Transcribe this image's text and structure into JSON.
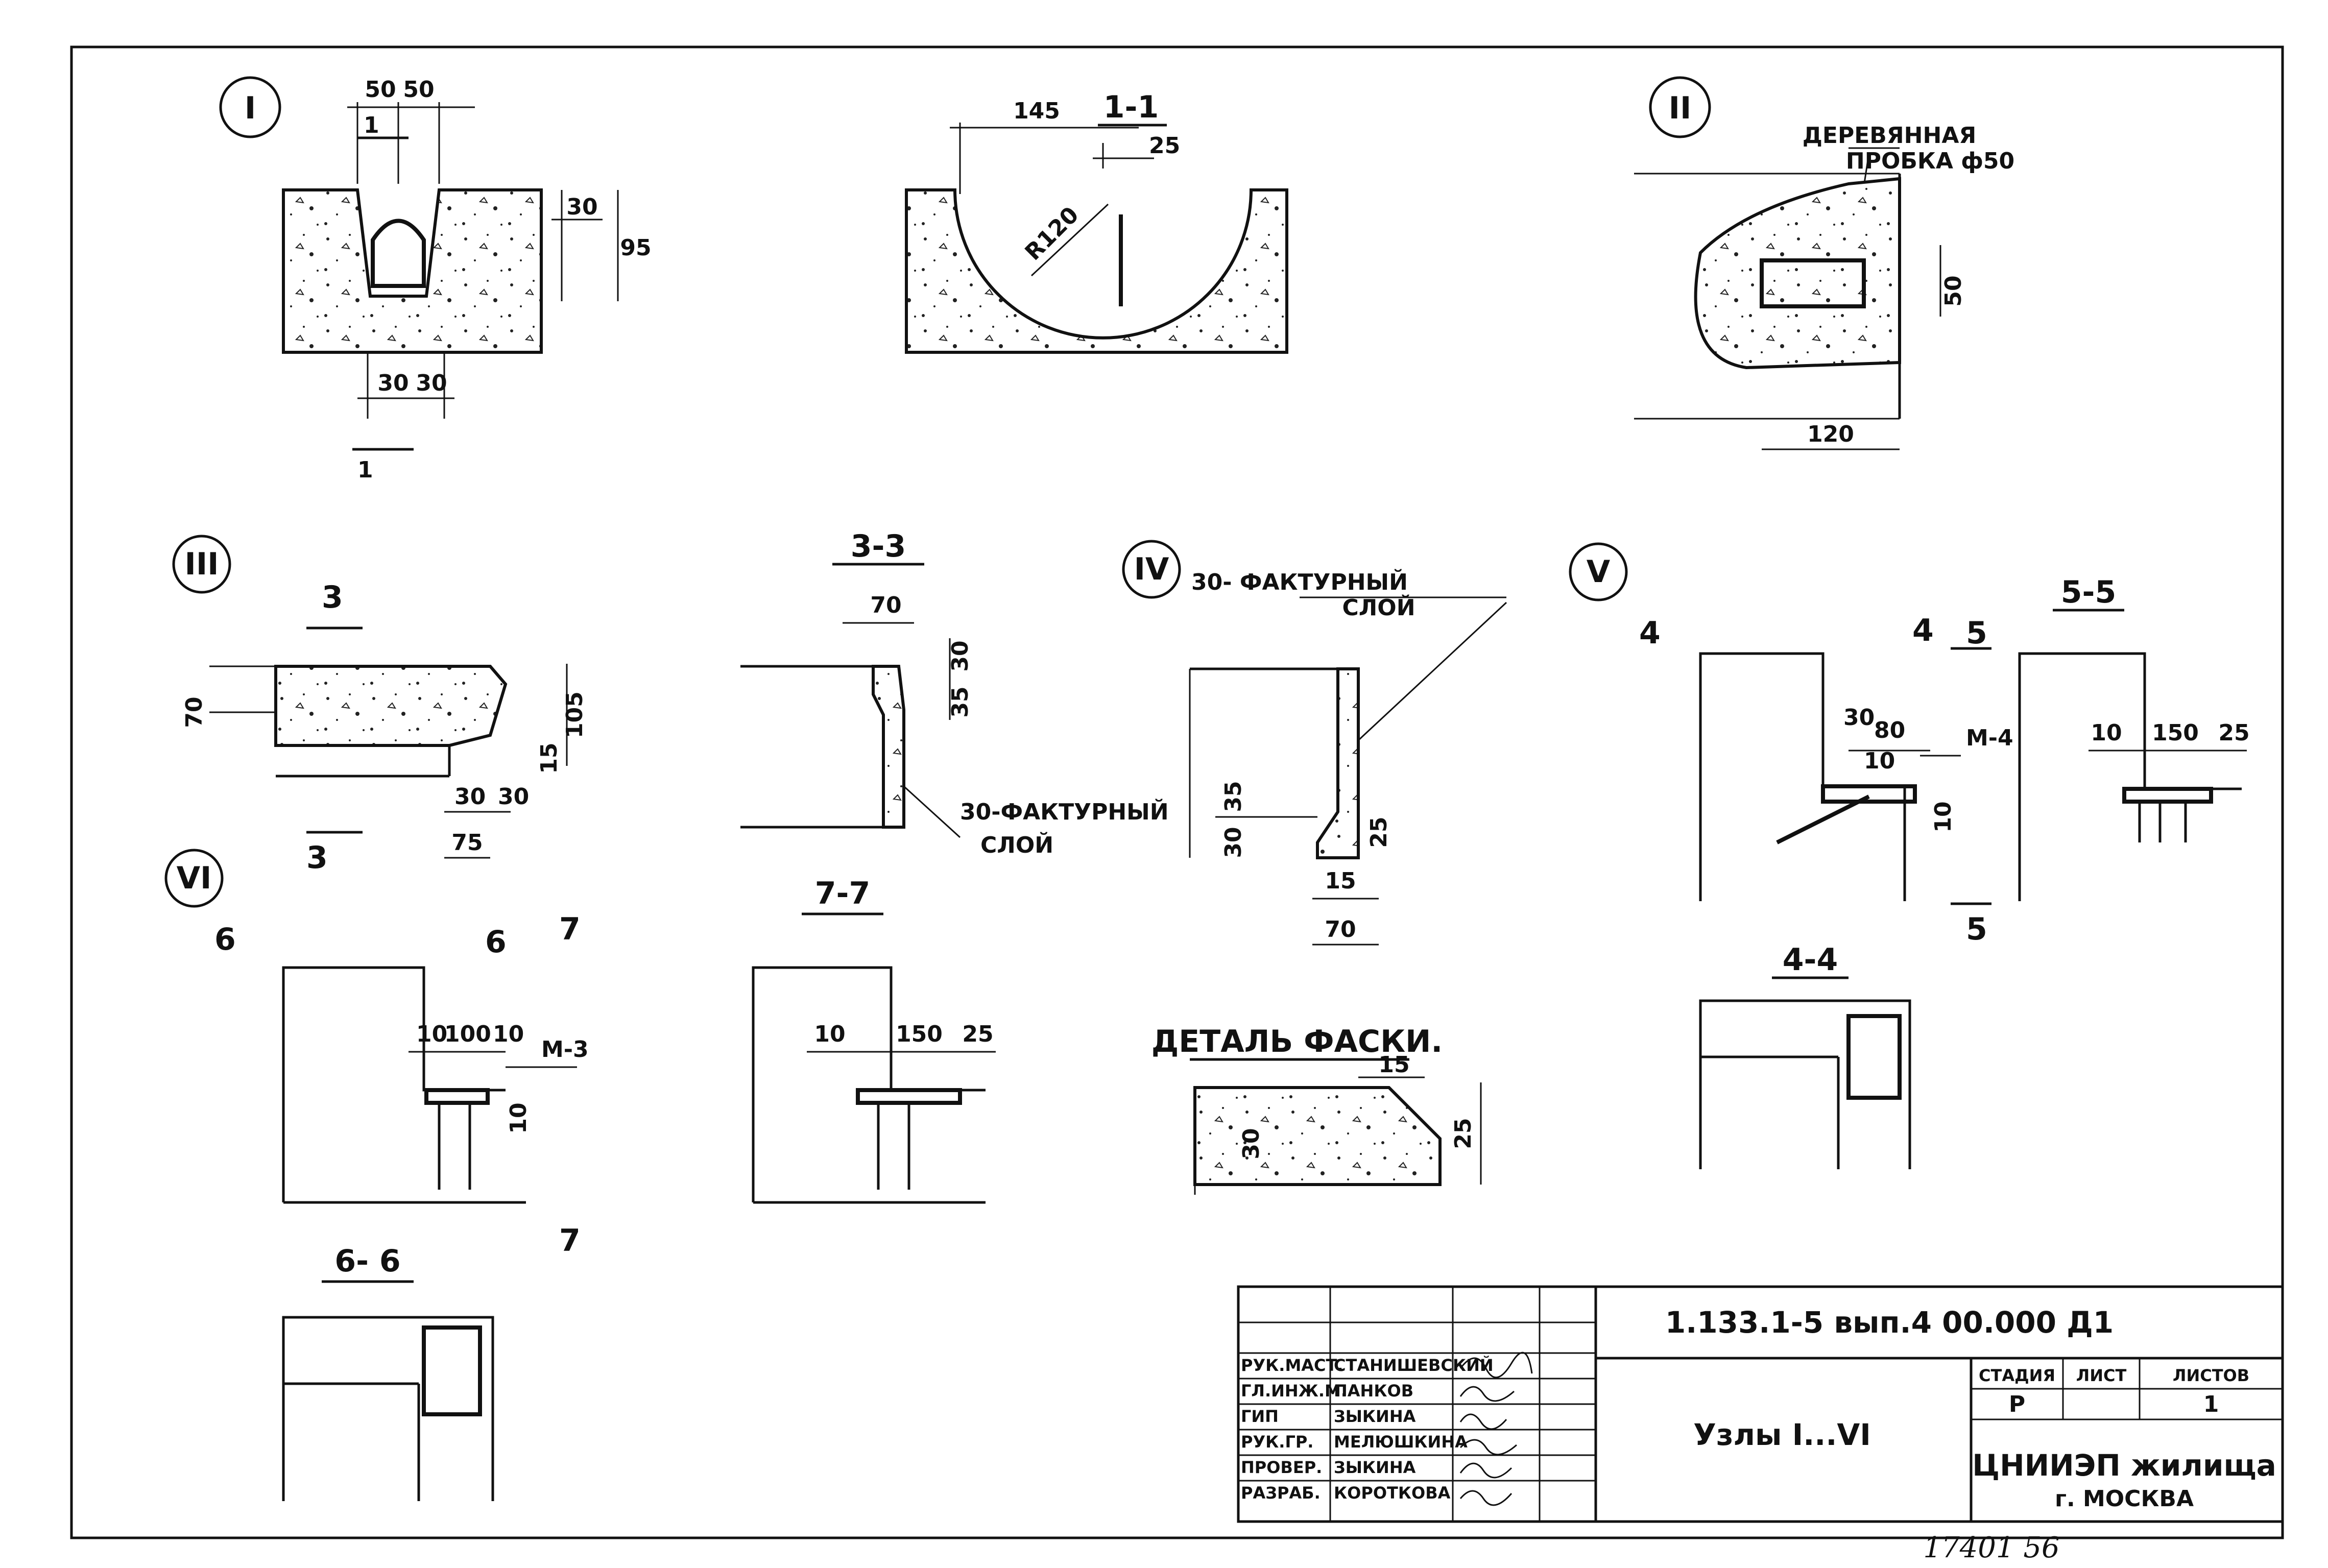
{
  "nodes": {
    "n1": {
      "roman": "I",
      "d1": "50",
      "d2": "50",
      "cut": "1",
      "d30a": "30",
      "d95": "95",
      "d30b": "30",
      "d30c": "30"
    },
    "s11": {
      "title": "1-1",
      "d145": "145",
      "d25": "25",
      "radius": "R120"
    },
    "n2": {
      "roman": "II",
      "note1": "ДЕРЕВЯННАЯ",
      "note2": "ПРОБКА ф50",
      "d50": "50",
      "d120": "120"
    },
    "n3": {
      "roman": "III",
      "cut": "3",
      "d70": "70",
      "d105": "105",
      "d15": "15",
      "d30a": "30",
      "d30b": "30",
      "d75": "75"
    },
    "s33": {
      "title": "3-3",
      "d70": "70",
      "d30": "30",
      "d35": "35",
      "note1": "30-ФАКТУРНЫЙ",
      "note2": "СЛОЙ"
    },
    "n4": {
      "roman": "IV",
      "note1": "30- ФАКТУРНЫЙ",
      "note2": "СЛОЙ",
      "d35": "35",
      "d30": "30",
      "d25": "25",
      "d15": "15",
      "d70": "70"
    },
    "n5": {
      "roman": "V",
      "cut4": "4",
      "cut5": "5",
      "d30": "30",
      "d80": "80",
      "d10a": "10",
      "d10b": "10",
      "m": "М-4"
    },
    "s55": {
      "title": "5-5",
      "d10": "10",
      "d150": "150",
      "d25": "25"
    },
    "s44": {
      "title": "4-4"
    },
    "n6": {
      "roman": "VI",
      "cut6": "6",
      "cut7": "7",
      "d10a": "10",
      "d100": "100",
      "d10b": "10",
      "d10c": "10",
      "m": "М-3"
    },
    "s77": {
      "title": "7-7",
      "d10": "10",
      "d150": "150",
      "d25": "25"
    },
    "chamfer": {
      "title": "ДЕТАЛЬ ФАСКИ.",
      "d15": "15",
      "d30": "30",
      "d25": "25"
    },
    "s66": {
      "title": "6- 6"
    }
  },
  "title_block": {
    "code": "1.133.1-5 вып.4 00.000 Д1",
    "roles": [
      "РУК.МАСТ.",
      "ГЛ.ИНЖ.М.",
      "ГИП",
      "РУК.ГР.",
      "ПРОВЕР.",
      "РАЗРАБ."
    ],
    "names": [
      "СТАНИШЕВСКИЙ",
      "ПАНКОВ",
      "ЗЫКИНА",
      "МЕЛЮШКИНА",
      "ЗЫКИНА",
      "КОРОТКОВА"
    ],
    "sheet_title": "Узлы I...VI",
    "stage_header": "СТАДИЯ",
    "sheet_header": "ЛИСТ",
    "sheets_header": "ЛИСТОВ",
    "stage": "Р",
    "sheets": "1",
    "org": "ЦНИИЭП жилища",
    "city": "г. МОСКВА"
  },
  "footer_note": "17401 56"
}
